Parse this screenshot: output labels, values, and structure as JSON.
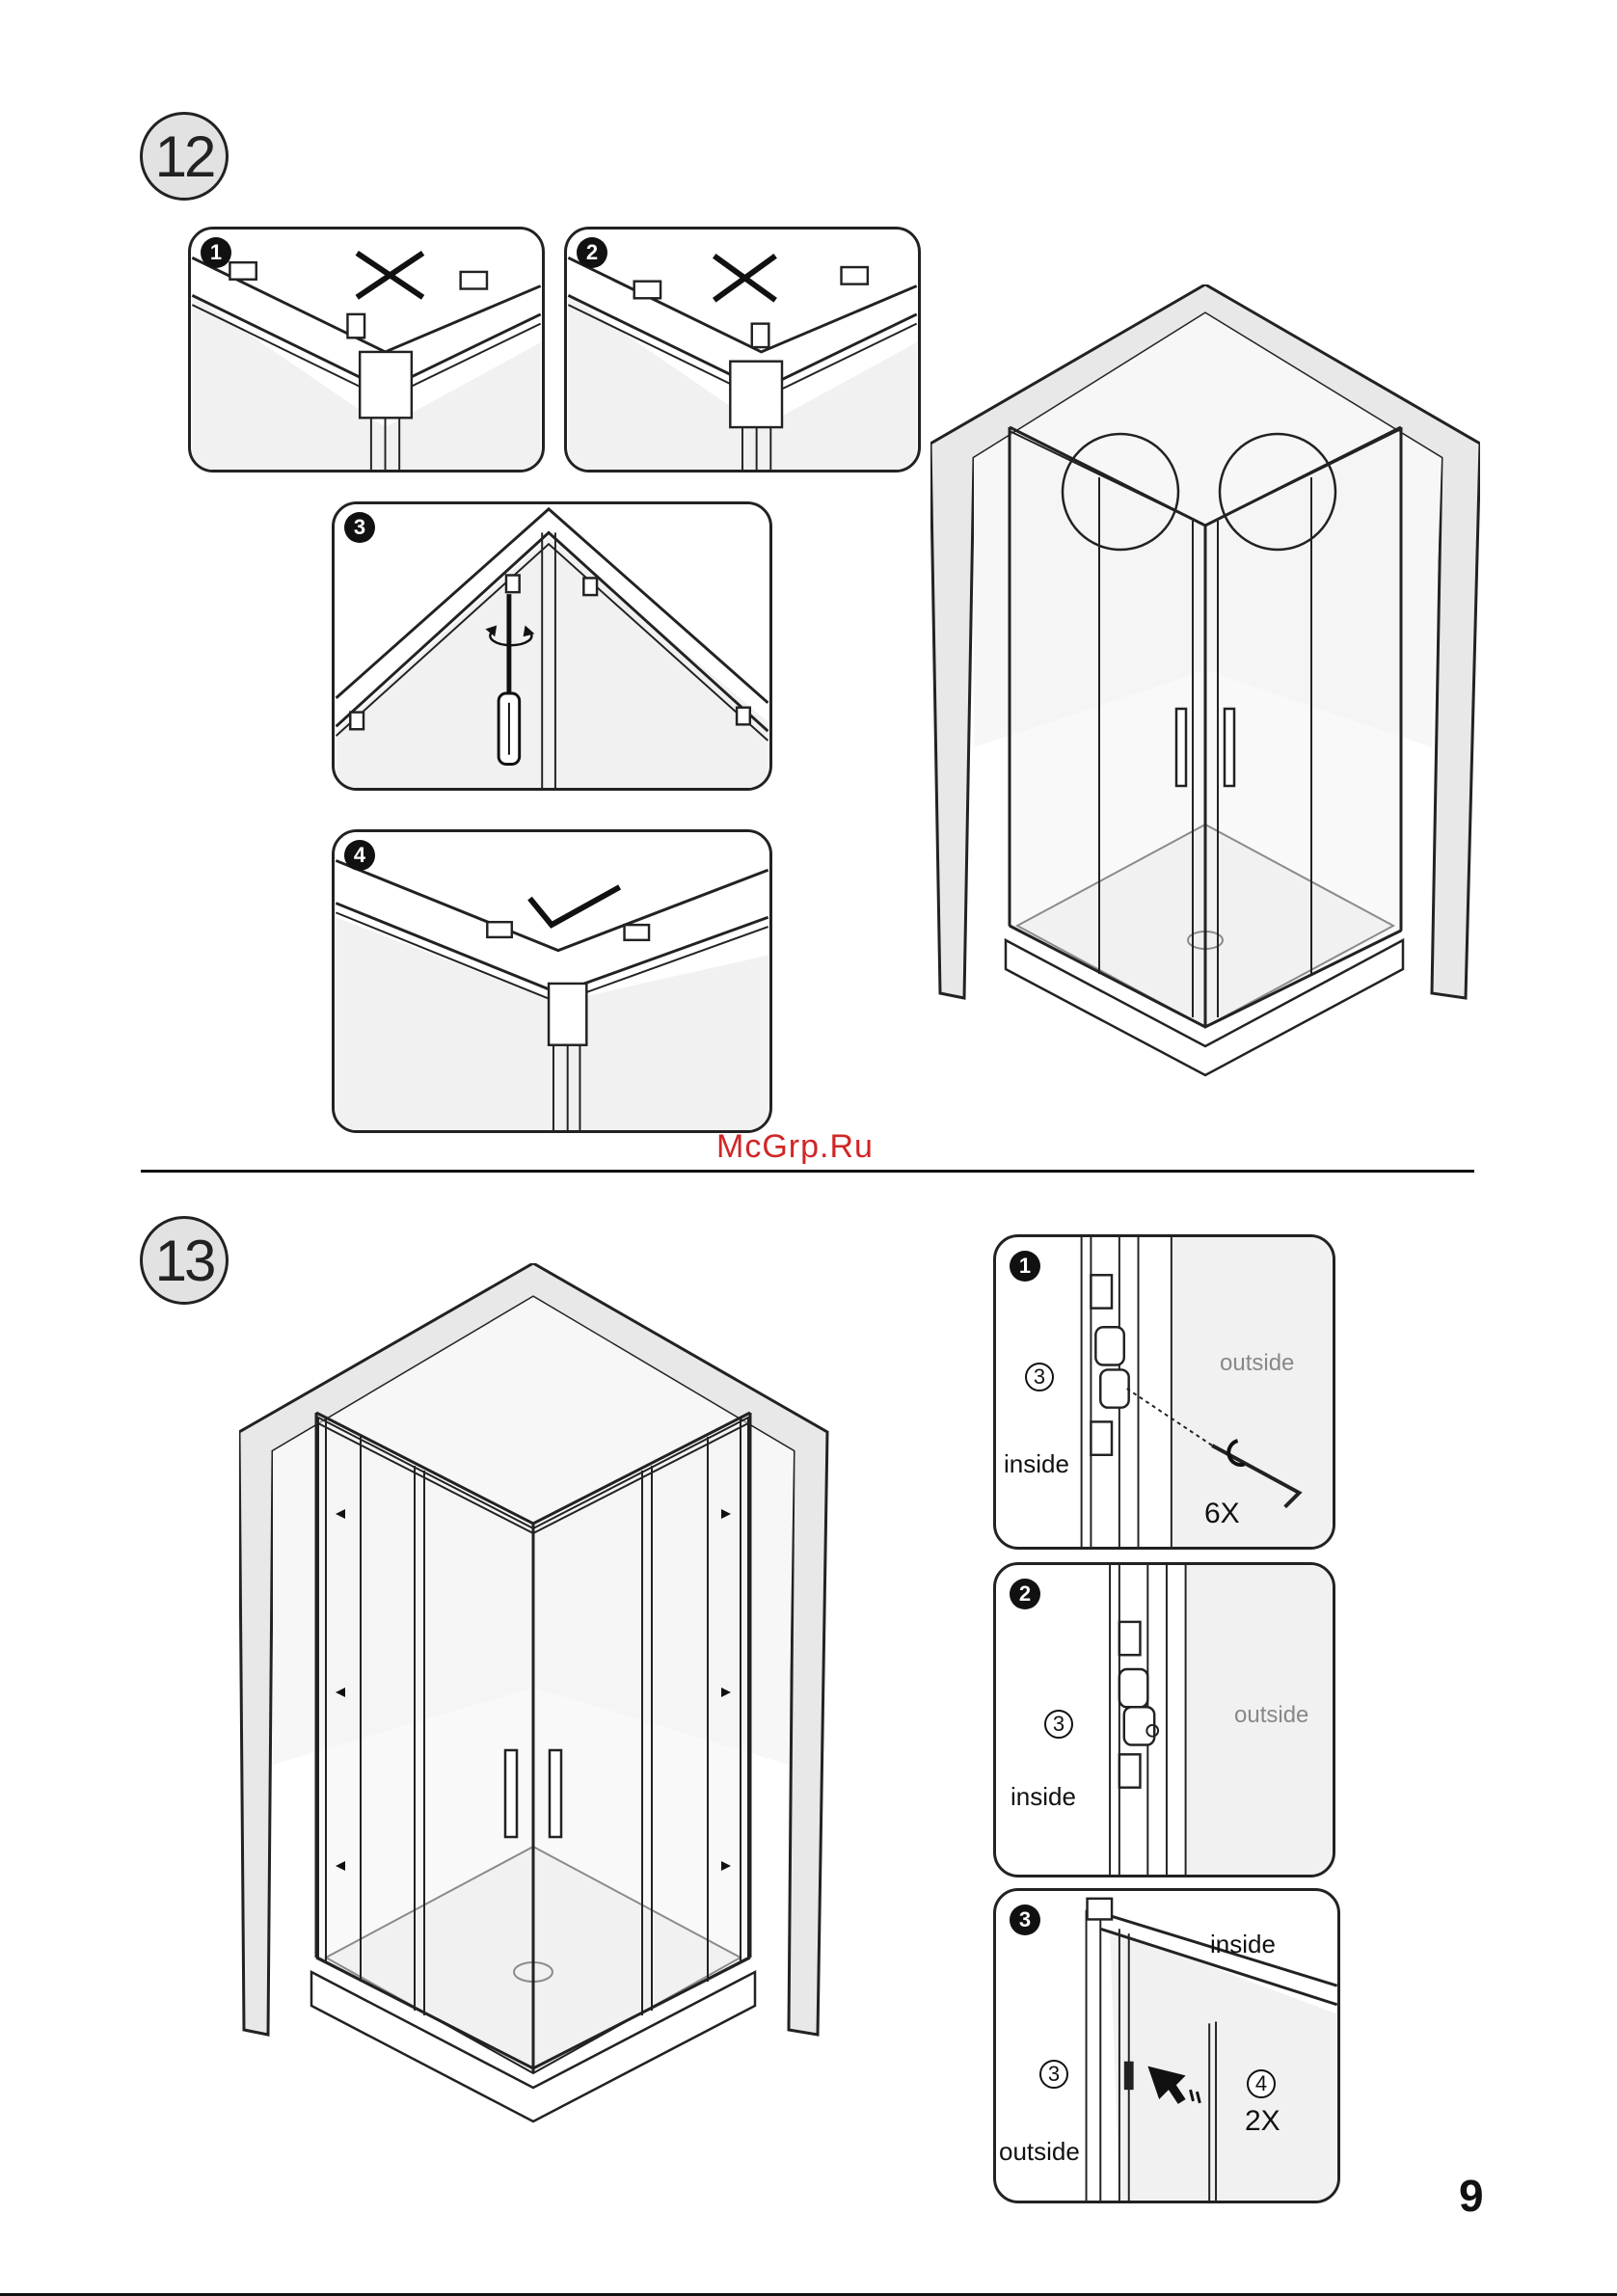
{
  "step12": {
    "number": "12",
    "panels": [
      {
        "badge": "1",
        "mark": "cross"
      },
      {
        "badge": "2",
        "mark": "cross"
      },
      {
        "badge": "3",
        "mark": "screwdriver"
      },
      {
        "badge": "4",
        "mark": "check"
      }
    ]
  },
  "step13": {
    "number": "13",
    "detail1": {
      "badge": "1",
      "ref": "3",
      "inside": "inside",
      "outside": "outside",
      "count": "6X"
    },
    "detail2": {
      "badge": "2",
      "ref": "3",
      "inside": "inside",
      "outside": "outside"
    },
    "detail3": {
      "badge": "3",
      "inside": "inside",
      "ref_left": "3",
      "outside": "outside",
      "ref_right": "4",
      "count": "2X"
    }
  },
  "watermark": "McGrp.Ru",
  "page_number": "9"
}
